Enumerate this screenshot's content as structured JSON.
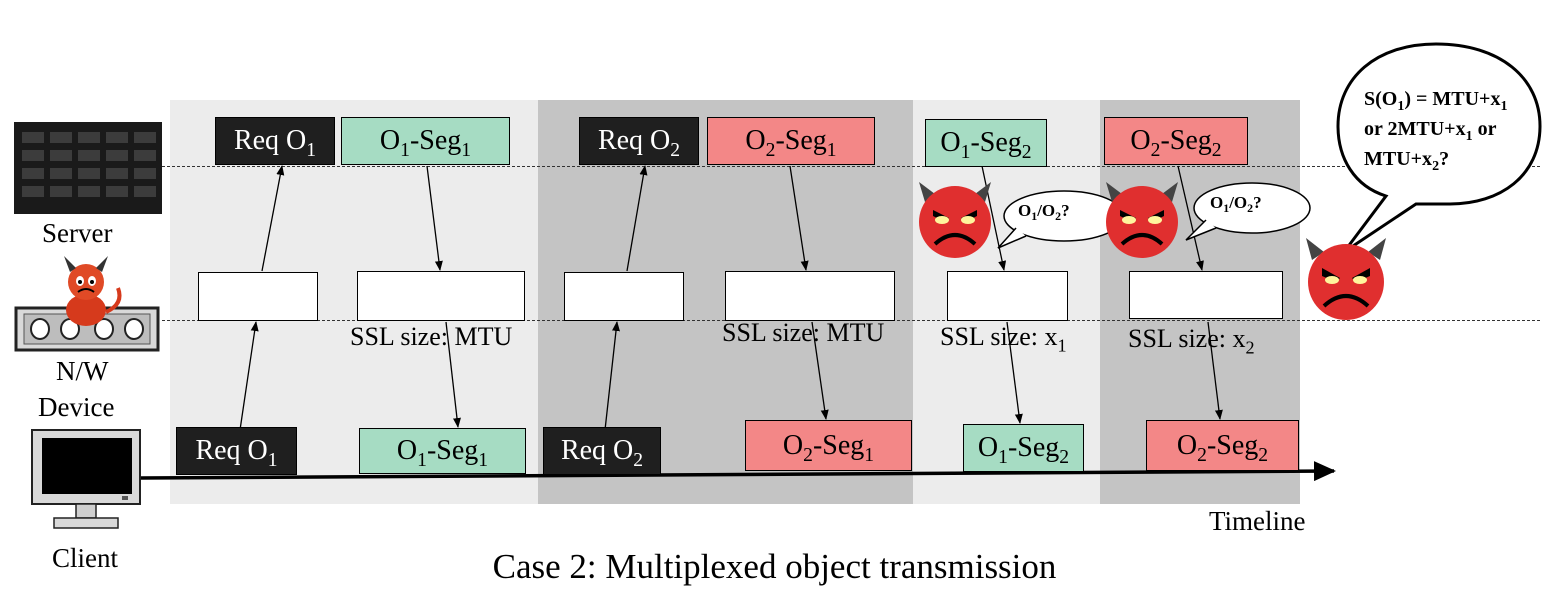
{
  "caption": "Case 2: Multiplexed object transmission",
  "timeline_label": "Timeline",
  "entities": {
    "server": "Server",
    "device_line1": "N/W",
    "device_line2": "Device",
    "client": "Client"
  },
  "req_o1": {
    "base": "Req O",
    "sub": "1"
  },
  "req_o2": {
    "base": "Req O",
    "sub": "2"
  },
  "o1_seg1": {
    "a": "O",
    "a_sub": "1",
    "b": "-Seg",
    "b_sub": "1"
  },
  "o2_seg1": {
    "a": "O",
    "a_sub": "2",
    "b": "-Seg",
    "b_sub": "1"
  },
  "o1_seg2": {
    "a": "O",
    "a_sub": "1",
    "b": "-Seg",
    "b_sub": "2"
  },
  "o2_seg2": {
    "a": "O",
    "a_sub": "2",
    "b": "-Seg",
    "b_sub": "2"
  },
  "ssl": {
    "mtu_1": "SSL size: MTU",
    "mtu_2": "SSL size: MTU",
    "x1": {
      "base": "SSL size: x",
      "sub": "1"
    },
    "x2": {
      "base": "SSL size: x",
      "sub": "2"
    }
  },
  "small_question": {
    "o1": "O",
    "sub1": "1",
    "slash": "/O",
    "sub2": "2",
    "end": "?"
  },
  "big_bubble": {
    "line1_a": "S(O",
    "line1_sub": "1",
    "line1_b": ") = MTU+x",
    "line1_sub2": "1",
    "line2_a": "or 2MTU+x",
    "line2_sub": "1",
    "line2_b": " or",
    "line3_a": "MTU+x",
    "line3_sub": "2",
    "line3_b": "?"
  },
  "colors": {
    "band_light": "#ececec",
    "band_dark": "#c4c4c4",
    "request_box": "#1f1f1f",
    "object1_segment": "#a6dcc3",
    "object2_segment": "#f38787",
    "attacker_face": "#e02f2f"
  },
  "icons": [
    "server-rack-icon",
    "network-device-icon",
    "client-computer-icon",
    "attacker-devil-icon"
  ]
}
